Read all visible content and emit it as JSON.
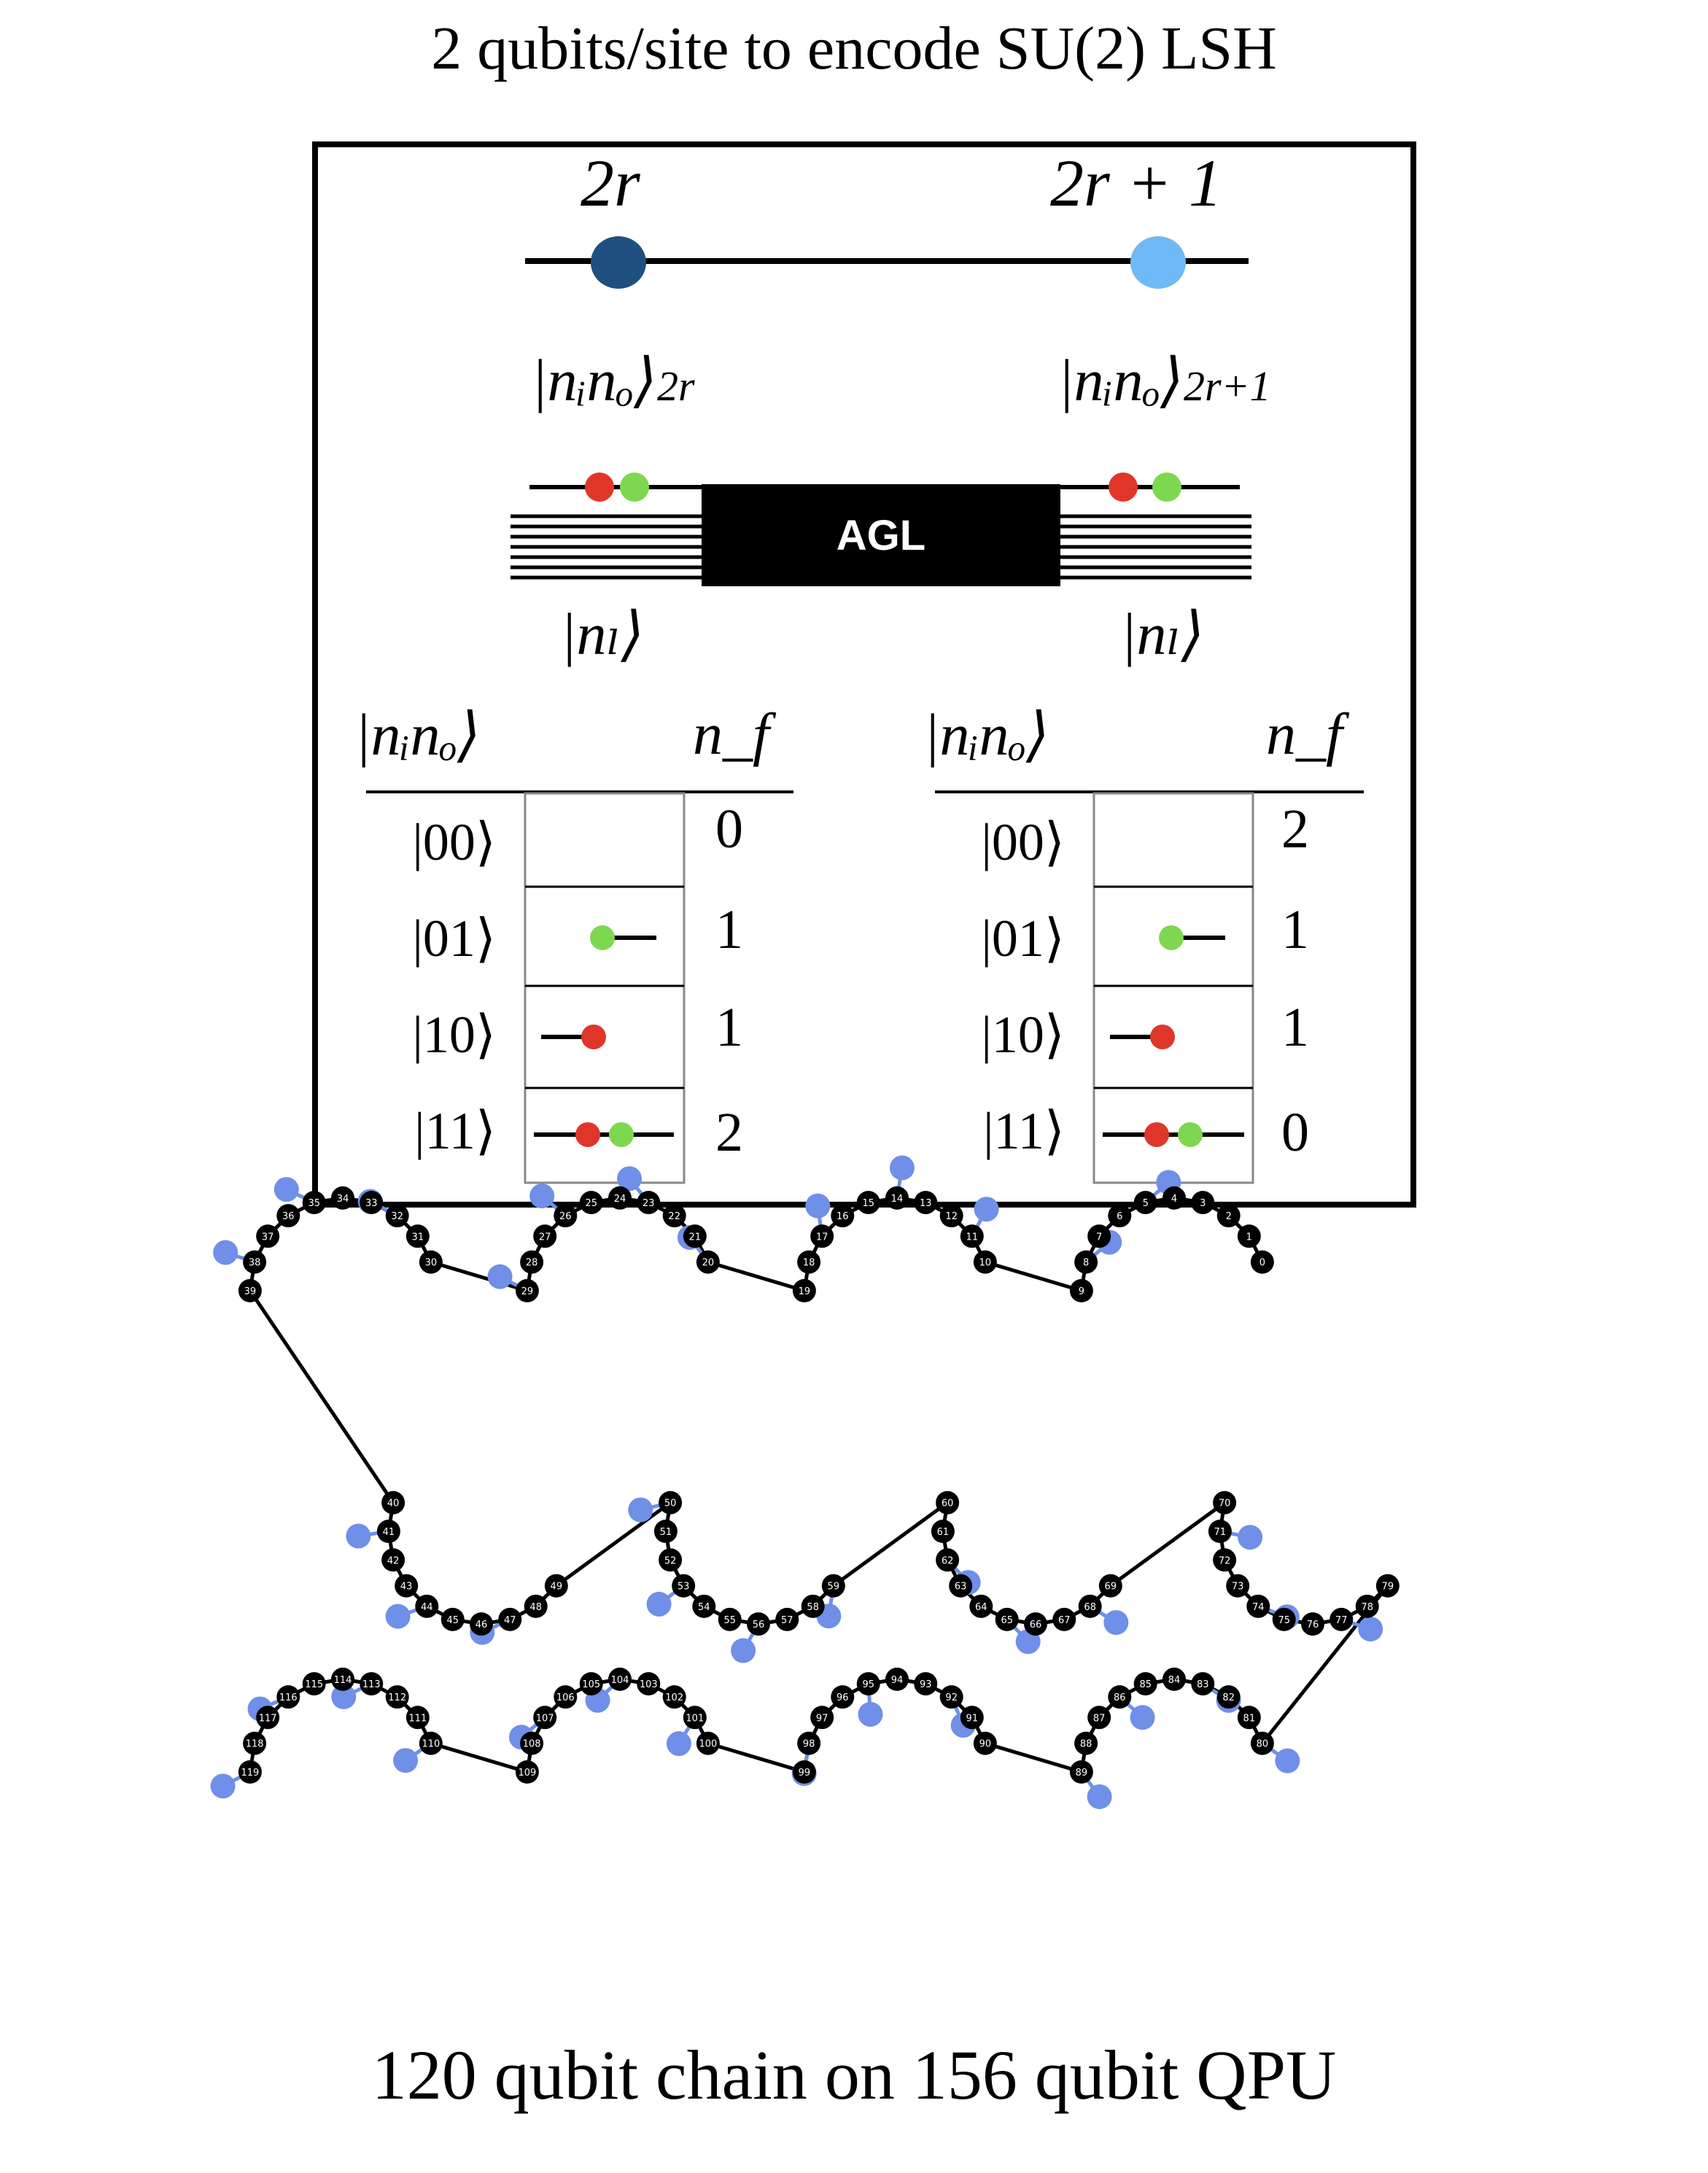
{
  "title": "2 qubits/site to encode SU(2) LSH",
  "caption": "120 qubit chain on 156 qubit QPU",
  "panel": {
    "site_even_label": "2r",
    "site_odd_label": "2r + 1",
    "site_even_color": "#1f4f7e",
    "site_odd_color": "#6fb9f6",
    "state_even_label": "|nᵢnₒ⟩",
    "state_even_sub": "2r",
    "state_odd_label": "|nᵢnₒ⟩",
    "state_odd_sub": "2r+1",
    "agl_label": "AGL",
    "link_even_label": "|nₗ⟩",
    "link_odd_label": "|nₗ⟩",
    "red_color": "#e0362a",
    "green_color": "#7dd84f",
    "tables": [
      {
        "header_state": "|nᵢnₒ⟩",
        "header_nf": "n_f",
        "rows": [
          {
            "state": "|00⟩",
            "nf": "0",
            "red": false,
            "green": false
          },
          {
            "state": "|01⟩",
            "nf": "1",
            "red": false,
            "green": true
          },
          {
            "state": "|10⟩",
            "nf": "1",
            "red": true,
            "green": false
          },
          {
            "state": "|11⟩",
            "nf": "2",
            "red": true,
            "green": true
          }
        ]
      },
      {
        "header_state": "|nᵢnₒ⟩",
        "header_nf": "n_f",
        "rows": [
          {
            "state": "|00⟩",
            "nf": "2",
            "red": false,
            "green": false
          },
          {
            "state": "|01⟩",
            "nf": "1",
            "red": false,
            "green": true
          },
          {
            "state": "|10⟩",
            "nf": "1",
            "red": true,
            "green": false
          },
          {
            "state": "|11⟩",
            "nf": "0",
            "red": true,
            "green": true
          }
        ]
      }
    ]
  },
  "qpu": {
    "chain_color": "#000000",
    "unused_color": "#6f8fe8",
    "chain_length": 120,
    "device_qubits": 156
  }
}
